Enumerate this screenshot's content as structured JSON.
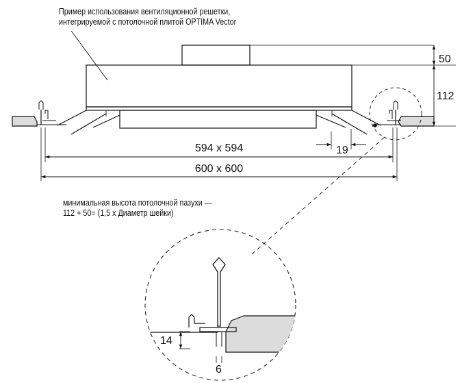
{
  "caption": {
    "line1": "Пример использования вентиляционной решетки,",
    "line2": "интегрируемой с потолочной плитой OPTIMA Vector"
  },
  "dimensions": {
    "neck_height": "50",
    "box_height": "112",
    "inner_span": "594 x 594",
    "outer_span": "600 x 600",
    "flange": "19",
    "detail_height": "14",
    "detail_gap": "6"
  },
  "note": {
    "line1": "минимальная высота потолочной пазухи —",
    "line2": "112 + 50= (1,5 x Диаметр шейки)"
  },
  "colors": {
    "line": "#111111",
    "tile_fill": "#dcdcdc"
  }
}
